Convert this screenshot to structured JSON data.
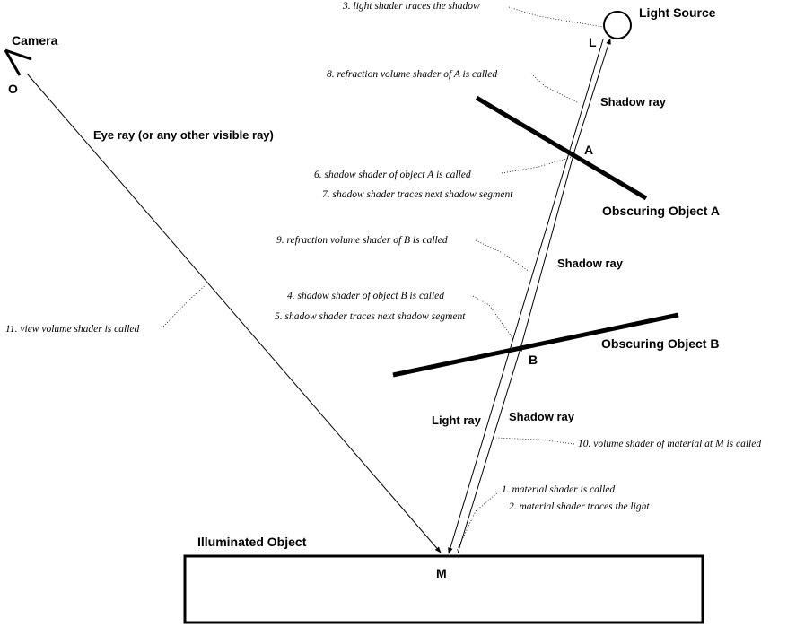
{
  "labels": {
    "camera": "Camera",
    "camera_origin": "O",
    "light_source": "Light Source",
    "light_point": "L",
    "eye_ray": "Eye ray (or any other visible ray)",
    "obscuring_a": "Obscuring Object A",
    "obscuring_b": "Obscuring Object B",
    "point_a": "A",
    "point_b": "B",
    "shadow_ray_top": "Shadow ray",
    "shadow_ray_mid": "Shadow ray",
    "shadow_ray_bottom": "Shadow ray",
    "light_ray": "Light ray",
    "illuminated_object": "Illuminated Object",
    "point_m": "M"
  },
  "notes": {
    "n1": "1. material shader is called",
    "n2": "2. material shader traces the light",
    "n3": "3. light shader traces the shadow",
    "n4": "4. shadow shader of object B is called",
    "n5": "5. shadow shader traces next shadow segment",
    "n6": "6. shadow shader of object A is called",
    "n7": "7. shadow shader traces next shadow segment",
    "n8": "8. refraction volume shader of A is called",
    "n9": "9. refraction volume shader of B is called",
    "n10": "10. volume shader of material at M is called",
    "n11": "11. view volume shader is called"
  }
}
